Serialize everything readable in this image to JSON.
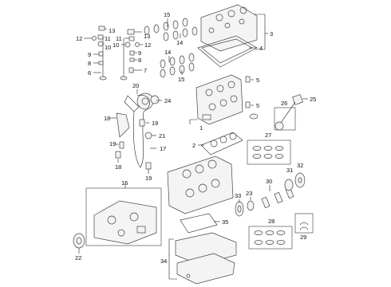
{
  "diagram": {
    "callouts": {
      "c1": "1",
      "c2": "2",
      "c3": "3",
      "c4": "4",
      "c5a": "5",
      "c5b": "5",
      "c6": "6",
      "c7": "7",
      "c8a": "8",
      "c8b": "8",
      "c9a": "9",
      "c9b": "9",
      "c10a": "10",
      "c10b": "10",
      "c11a": "11",
      "c11b": "11",
      "c12a": "12",
      "c12b": "12",
      "c13a": "13",
      "c13b": "13",
      "c14a": "14",
      "c14b": "14",
      "c15a": "15",
      "c15b": "15",
      "c16": "16",
      "c17": "17",
      "c18a": "18",
      "c18b": "18",
      "c19a": "19",
      "c19b": "19",
      "c19c": "19",
      "c20": "20",
      "c21": "21",
      "c22": "22",
      "c23": "23",
      "c24": "24",
      "c25": "25",
      "c26": "26",
      "c27": "27",
      "c28": "28",
      "c29": "29",
      "c30": "30",
      "c31": "31",
      "c32": "32",
      "c33": "33",
      "c34": "34",
      "c35": "35"
    }
  }
}
